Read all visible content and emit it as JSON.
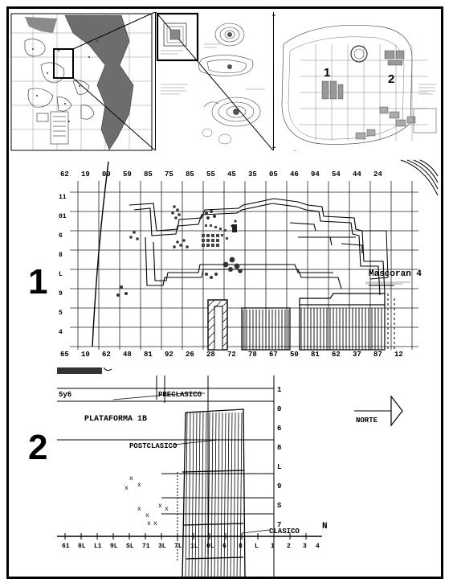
{
  "figure": {
    "panel_markers": {
      "one": "1",
      "two": "2"
    },
    "overview_markers": {
      "one": "1",
      "two": "2"
    },
    "detail_one": {
      "mound_label": "Mascoran 4"
    },
    "detail_two": {
      "label_5y6": "5y6",
      "label_preclasico": "PRECLASICO",
      "label_plataforma": "PLATAFORMA 1B",
      "label_postclasico": "POSTCLASICO",
      "label_clasico": "CLASICO",
      "label_norte": "NORTE"
    }
  }
}
